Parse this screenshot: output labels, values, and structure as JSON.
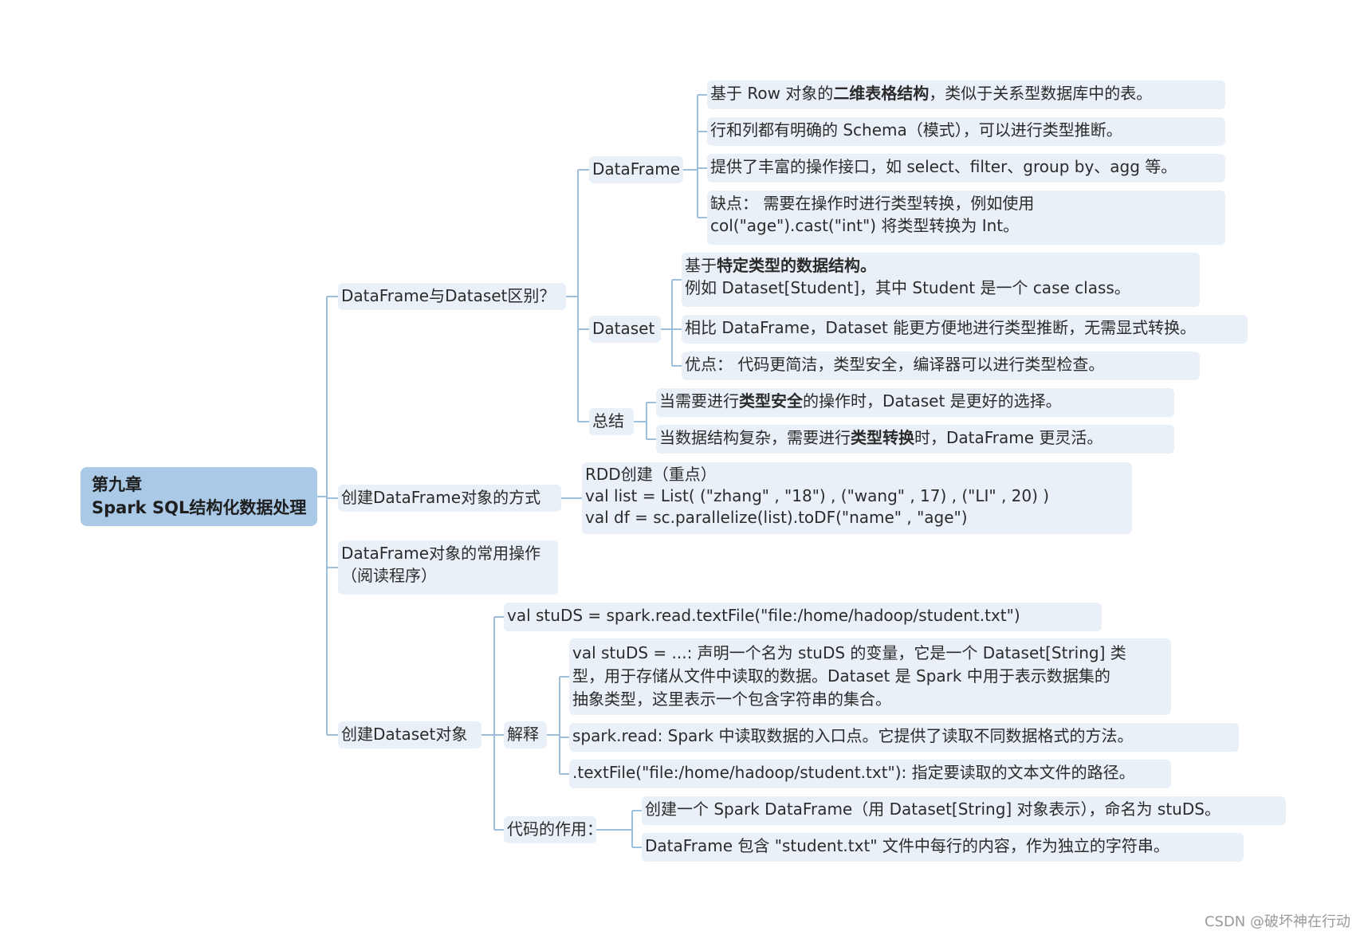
{
  "root": {
    "line1": "第九章",
    "line2": "Spark SQL结构化数据处理"
  },
  "branches": {
    "diff": {
      "label": "DataFrame与Dataset区别？",
      "dataframe": {
        "label": "DataFrame",
        "leaves": {
          "l1": {
            "a": "基于 Row 对象的",
            "b": "二维表格结构",
            "c": "，类似于关系型数据库中的表。"
          },
          "l2": "行和列都有明确的 Schema（模式），可以进行类型推断。",
          "l3": "提供了丰富的操作接口，如 select、filter、group by、agg 等。",
          "l4a": "缺点： 需要在操作时进行类型转换，例如使用",
          "l4b": "col(\"age\").cast(\"int\") 将类型转换为 Int。"
        }
      },
      "dataset": {
        "label": "Dataset",
        "leaves": {
          "l1": {
            "a": "基于",
            "b": "特定类型的数据结构。",
            "c": "例如 Dataset[Student]，其中 Student 是一个 case class。"
          },
          "l2": "相比 DataFrame，Dataset 能更方便地进行类型推断，无需显式转换。",
          "l3": "优点： 代码更简洁，类型安全，编译器可以进行类型检查。"
        }
      },
      "summary": {
        "label": "总结",
        "leaves": {
          "l1": {
            "a": "当需要进行",
            "b": "类型安全",
            "c": "的操作时，Dataset 是更好的选择。"
          },
          "l2": {
            "a": "当数据结构复杂，需要进行",
            "b": "类型转换",
            "c": "时，DataFrame 更灵活。"
          }
        }
      }
    },
    "create_df": {
      "label": "创建DataFrame对象的方式",
      "leaf": {
        "l1": "RDD创建（重点）",
        "l2": "val list = List( (\"zhang\" , \"18\") , (\"wang\" , 17) , (\"LI\" , 20) )",
        "l3": "val df = sc.parallelize(list).toDF(\"name\" , \"age\")"
      }
    },
    "common_ops": {
      "line1": "DataFrame对象的常用操作",
      "line2": "（阅读程序）"
    },
    "create_ds": {
      "label": "创建Dataset对象",
      "code": "val stuDS = spark.read.textFile(\"file:/home/hadoop/student.txt\")",
      "explain": {
        "label": "解释",
        "l1a": "val stuDS = ...: 声明一个名为 stuDS 的变量，它是一个 Dataset[String] 类",
        "l1b": "型，用于存储从文件中读取的数据。Dataset 是 Spark 中用于表示数据集的",
        "l1c": "抽象类型，这里表示一个包含字符串的集合。",
        "l2": "spark.read: Spark 中读取数据的入口点。它提供了读取不同数据格式的方法。",
        "l3": ".textFile(\"file:/home/hadoop/student.txt\"): 指定要读取的文本文件的路径。"
      },
      "purpose": {
        "label": "代码的作用：",
        "l1": "创建一个 Spark DataFrame（用 Dataset[String] 对象表示），命名为 stuDS。",
        "l2": "DataFrame 包含 \"student.txt\" 文件中每行的内容，作为独立的字符串。"
      }
    }
  },
  "watermark": "CSDN @破坏神在行动",
  "colors": {
    "node_bg": "#e9f0f8",
    "root_bg": "#a9c9e6",
    "connector": "#9dbfdc"
  }
}
